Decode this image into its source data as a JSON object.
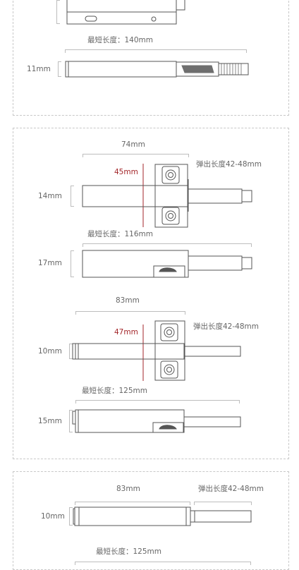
{
  "section1": {
    "min_length_label": "最短长度：140mm",
    "height_label": "11mm"
  },
  "section2": {
    "width_label": "74mm",
    "hole_spacing_label": "45mm",
    "eject_label": "弹出长度42-48mm",
    "height_label_top": "14mm",
    "min_length_label": "最短长度：116mm",
    "height_label_side": "17mm"
  },
  "section3": {
    "width_label": "83mm",
    "hole_spacing_label": "47mm",
    "eject_label": "弹出长度42-48mm",
    "height_label_top": "10mm",
    "min_length_label": "最短长度：125mm",
    "height_label_side": "15mm"
  },
  "section4": {
    "width_label": "83mm",
    "eject_label": "弹出长度42-48mm",
    "height_label": "10mm",
    "min_length_label": "最短长度：125mm"
  },
  "colors": {
    "outline": "#555555",
    "dimension": "#bdbdbd",
    "accent_red": "#a3262a",
    "panel_border": "#c8c8c8"
  }
}
